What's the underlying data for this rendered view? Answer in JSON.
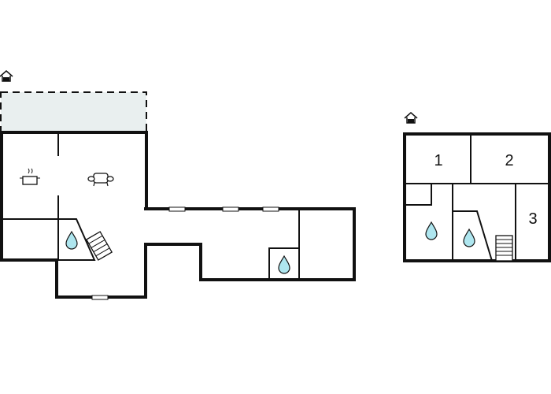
{
  "plans": [
    {
      "name": "ground-floor",
      "room_labels": []
    },
    {
      "name": "upper-floor",
      "room_labels": [
        "1",
        "2",
        "3"
      ]
    }
  ],
  "colors": {
    "wall": "#111111",
    "terrace": "#e9efef",
    "water": "#aee6ef"
  },
  "icons": [
    "entrance-house-icon",
    "cooking-pot-icon",
    "sofa-icon",
    "water-drop-icon",
    "stairs-icon",
    "window-icon"
  ]
}
